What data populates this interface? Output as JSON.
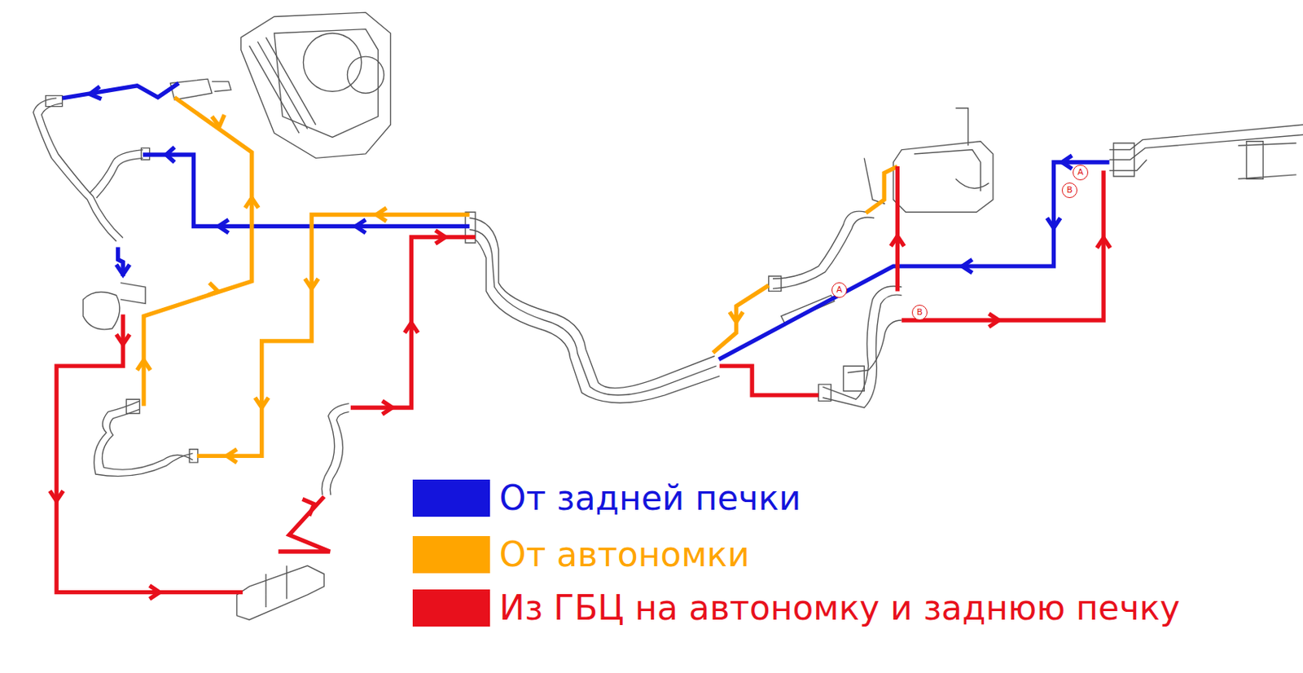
{
  "diagram": {
    "labels": [
      "A",
      "B",
      "A",
      "B"
    ],
    "legend": [
      {
        "text": "От задней печки",
        "color": "#1414dc"
      },
      {
        "text": "От автономки",
        "color": "#ffa500"
      },
      {
        "text": "Из ГБЦ на автономку и заднюю печку",
        "color": "#e8101c"
      }
    ]
  }
}
